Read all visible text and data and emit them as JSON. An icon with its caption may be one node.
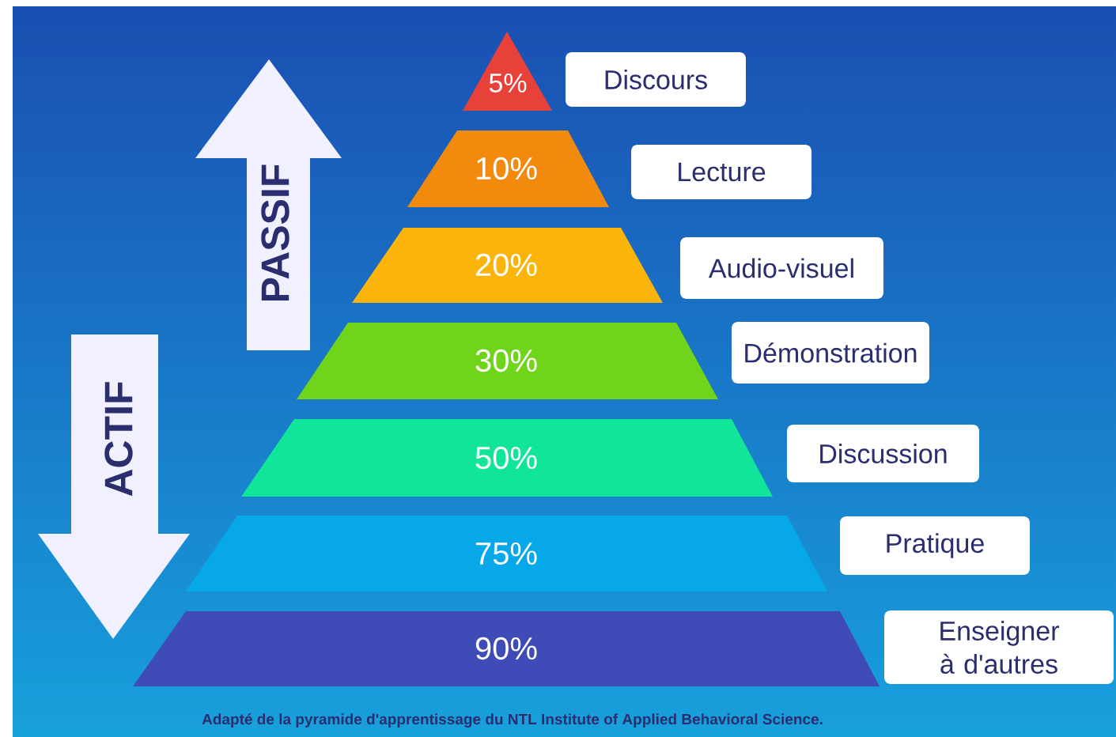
{
  "diagram": {
    "caption": "Adapté de la pyramide d'apprentissage du NTL Institute of Applied Behavioral Science.",
    "nodes": [
      {
        "text": [
          "PASSIF"
        ]
      },
      {
        "text": [
          "ACTIF"
        ]
      },
      {
        "text": [
          "5%"
        ]
      },
      {
        "text": [
          "Discours"
        ]
      },
      {
        "text": [
          "10%"
        ]
      },
      {
        "text": [
          "Lecture"
        ]
      },
      {
        "text": [
          "20%"
        ]
      },
      {
        "text": [
          "Audio-visuel"
        ]
      },
      {
        "text": [
          "30%"
        ]
      },
      {
        "text": [
          "Démonstration"
        ]
      },
      {
        "text": [
          "50%"
        ]
      },
      {
        "text": [
          "Discussion"
        ]
      },
      {
        "text": [
          "75%"
        ]
      },
      {
        "text": [
          "Pratique"
        ]
      },
      {
        "text": [
          "90%"
        ]
      },
      {
        "text": [
          "Enseigner à d'autres"
        ]
      }
    ]
  }
}
